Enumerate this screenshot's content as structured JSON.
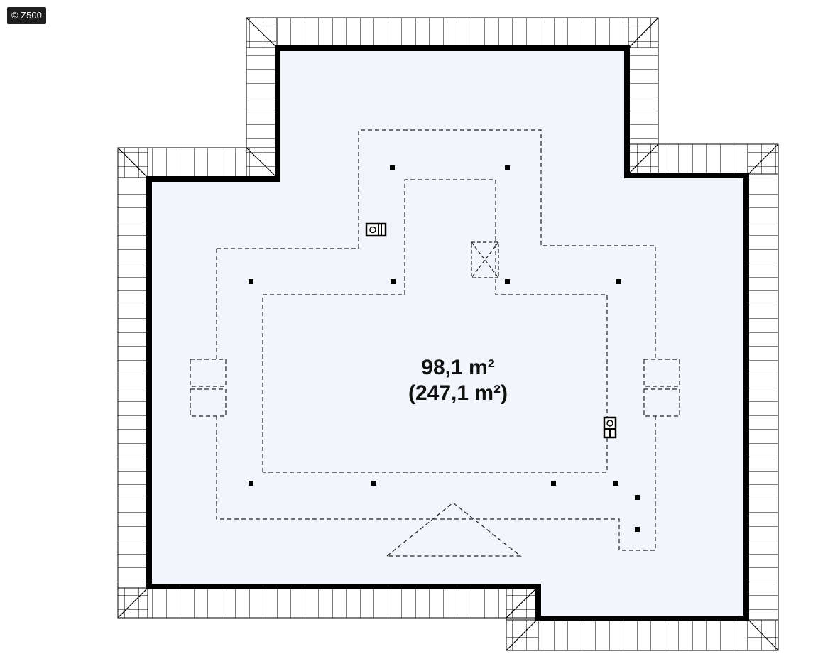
{
  "watermark": {
    "text": "© Z500"
  },
  "plan": {
    "area_usable": "98,1 m²",
    "area_total": "(247,1 m²)"
  },
  "colors": {
    "interior_fill": "#f2f5fb",
    "wall": "#000000",
    "roof_tile_line": "#000000",
    "dashed_line": "#222222"
  },
  "icons": [
    "chimney-icon",
    "chimney-icon",
    "skylight-icon"
  ]
}
